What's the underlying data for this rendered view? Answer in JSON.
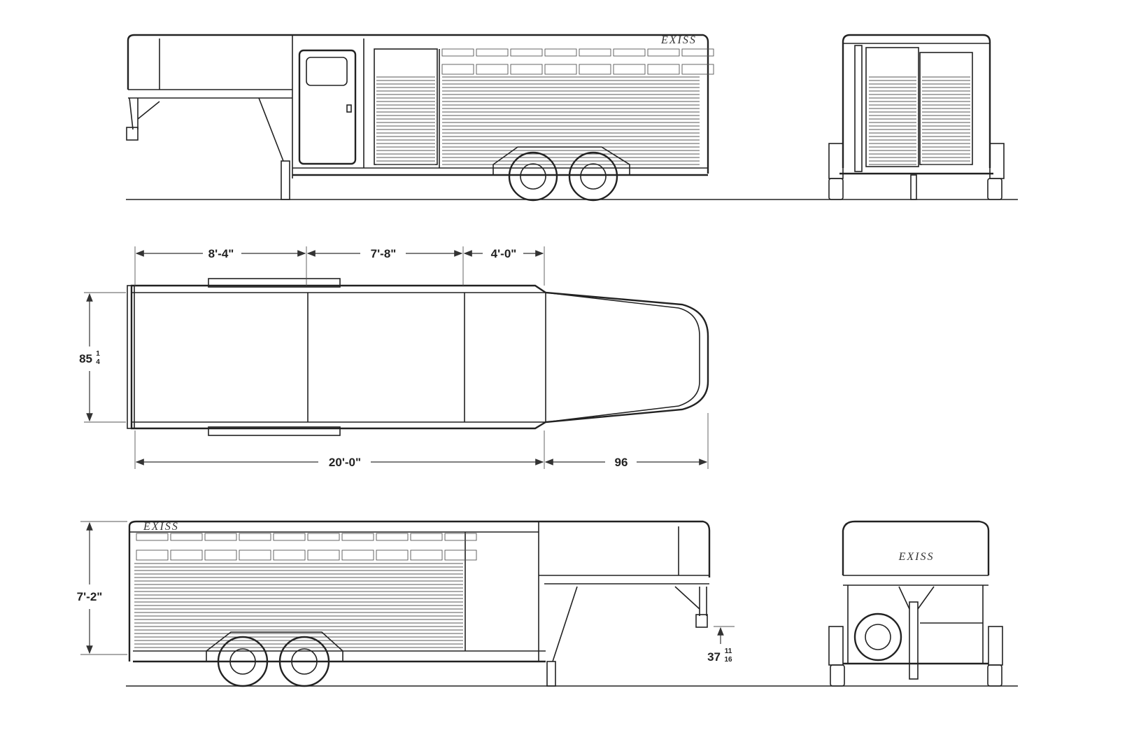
{
  "brand": {
    "logo_text": "EXISS"
  },
  "dimensions": {
    "section_1": "8'-4\"",
    "section_2": "7'-8\"",
    "section_3": "4'-0\"",
    "width_whole": "85",
    "width_num": "1",
    "width_den": "4",
    "box_length": "20'-0\"",
    "gooseneck_length": "96",
    "height": "7'-2\"",
    "hitch_whole": "37",
    "hitch_num": "11",
    "hitch_den": "16"
  },
  "views": [
    "side-view-right",
    "rear-view",
    "top-view",
    "side-view-left",
    "front-view"
  ],
  "colors": {
    "line": "#222222",
    "background": "#ffffff"
  }
}
